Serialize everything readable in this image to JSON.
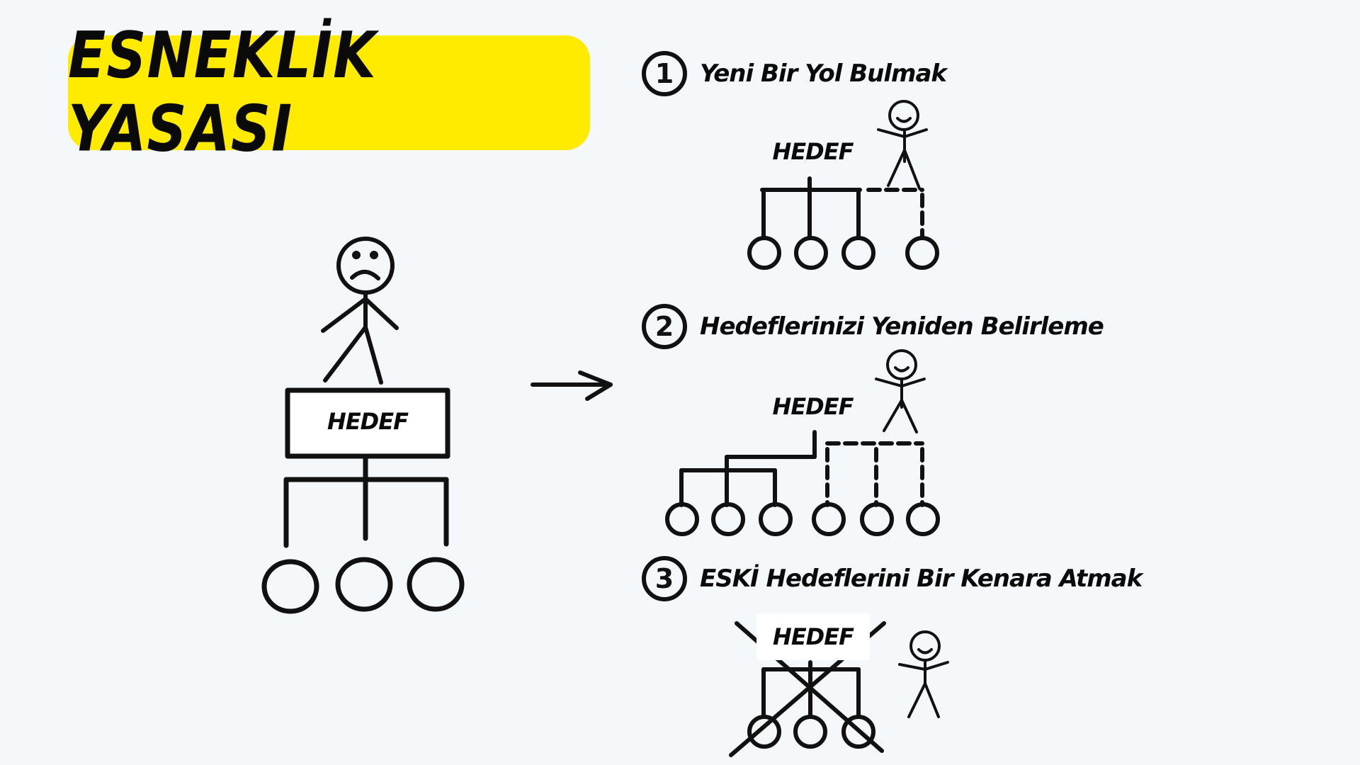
{
  "title": "ESNEKLİK YASASI",
  "colors": {
    "background": "#F4F8FB",
    "title_box": "#FFEB00",
    "ink": "#111111"
  },
  "main_figure": {
    "goal_label": "HEDEF",
    "person_mood": "sad",
    "sub_nodes": 3
  },
  "arrow": "right-arrow",
  "steps": [
    {
      "number": "1",
      "label": "Yeni Bir Yol Bulmak",
      "goal_label": "HEDEF",
      "person_mood": "happy",
      "solid_nodes": 3,
      "new_dashed_nodes": 1
    },
    {
      "number": "2",
      "label": "Hedeflerinizi Yeniden Belirleme",
      "goal_label": "HEDEF",
      "person_mood": "happy",
      "solid_nodes": 3,
      "new_dashed_nodes": 3
    },
    {
      "number": "3",
      "label": "ESKİ Hedeflerini Bir Kenara Atmak",
      "goal_label": "HEDEF",
      "person_mood": "happy",
      "solid_nodes": 3,
      "crossed_out": true
    }
  ]
}
